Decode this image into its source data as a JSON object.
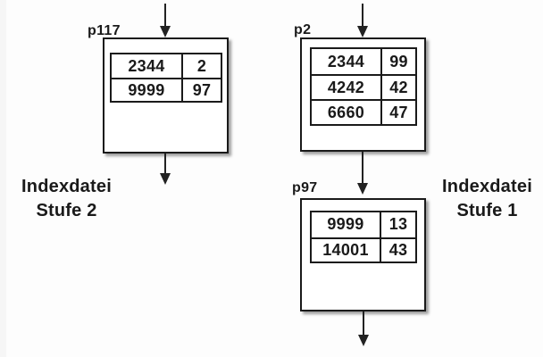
{
  "colors": {
    "background": "#fdfdfd",
    "ink": "#1a1a1a",
    "arrow": "#222222"
  },
  "captions": {
    "left": {
      "line1": "Indexdatei",
      "line2": "Stufe 2"
    },
    "right": {
      "line1": "Indexdatei",
      "line2": "Stufe 1"
    }
  },
  "nodes": [
    {
      "label": "p117",
      "rows": [
        {
          "key": "2344",
          "ptr": "2"
        },
        {
          "key": "9999",
          "ptr": "97"
        }
      ]
    },
    {
      "label": "p2",
      "rows": [
        {
          "key": "2344",
          "ptr": "99"
        },
        {
          "key": "4242",
          "ptr": "42"
        },
        {
          "key": "6660",
          "ptr": "47"
        }
      ]
    },
    {
      "label": "p97",
      "rows": [
        {
          "key": "9999",
          "ptr": "13"
        },
        {
          "key": "14001",
          "ptr": "43"
        }
      ]
    }
  ]
}
